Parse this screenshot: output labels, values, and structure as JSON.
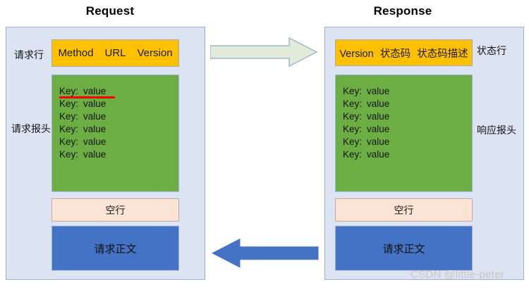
{
  "titles": {
    "request": "Request",
    "response": "Response"
  },
  "request": {
    "request_line": {
      "method": "Method",
      "url": "URL",
      "version": "Version"
    },
    "label_request_line": "请求行",
    "label_request_headers": "请求报头",
    "headers": [
      {
        "key": "Key:",
        "value": "value",
        "underlined": true
      },
      {
        "key": "Key:",
        "value": "value",
        "underlined": false
      },
      {
        "key": "Key:",
        "value": "value",
        "underlined": false
      },
      {
        "key": "Key:",
        "value": "value",
        "underlined": false
      },
      {
        "key": "Key:",
        "value": "value",
        "underlined": false
      },
      {
        "key": "Key:",
        "value": "value",
        "underlined": false
      }
    ],
    "blank_line": "空行",
    "body": "请求正文"
  },
  "response": {
    "status_line": {
      "version": "Version",
      "status_code": "状态码",
      "status_desc": "状态码描述"
    },
    "label_status_line": "状态行",
    "label_response_headers": "响应报头",
    "headers": [
      {
        "key": "Key:",
        "value": "value",
        "underlined": false
      },
      {
        "key": "Key:",
        "value": "value",
        "underlined": false
      },
      {
        "key": "Key:",
        "value": "value",
        "underlined": false
      },
      {
        "key": "Key:",
        "value": "value",
        "underlined": false
      },
      {
        "key": "Key:",
        "value": "value",
        "underlined": false
      },
      {
        "key": "Key:",
        "value": "value",
        "underlined": false
      }
    ],
    "blank_line": "空行",
    "body": "请求正文"
  },
  "arrows": {
    "request_direction": "right",
    "response_direction": "left"
  },
  "watermark": "CSDN @little-peter",
  "colors": {
    "panel_background": "#DCE3F2",
    "panel_border": "#9BADD0",
    "line_block": "#FFC000",
    "headers_block": "#6CAE44",
    "blank_block": "#FBE3D5",
    "body_block": "#4472C4",
    "underline": "#FF0000",
    "arrow_request_fill": "#E2EBDA",
    "arrow_response_fill": "#4472C4",
    "watermark": "#C7C7C7"
  }
}
